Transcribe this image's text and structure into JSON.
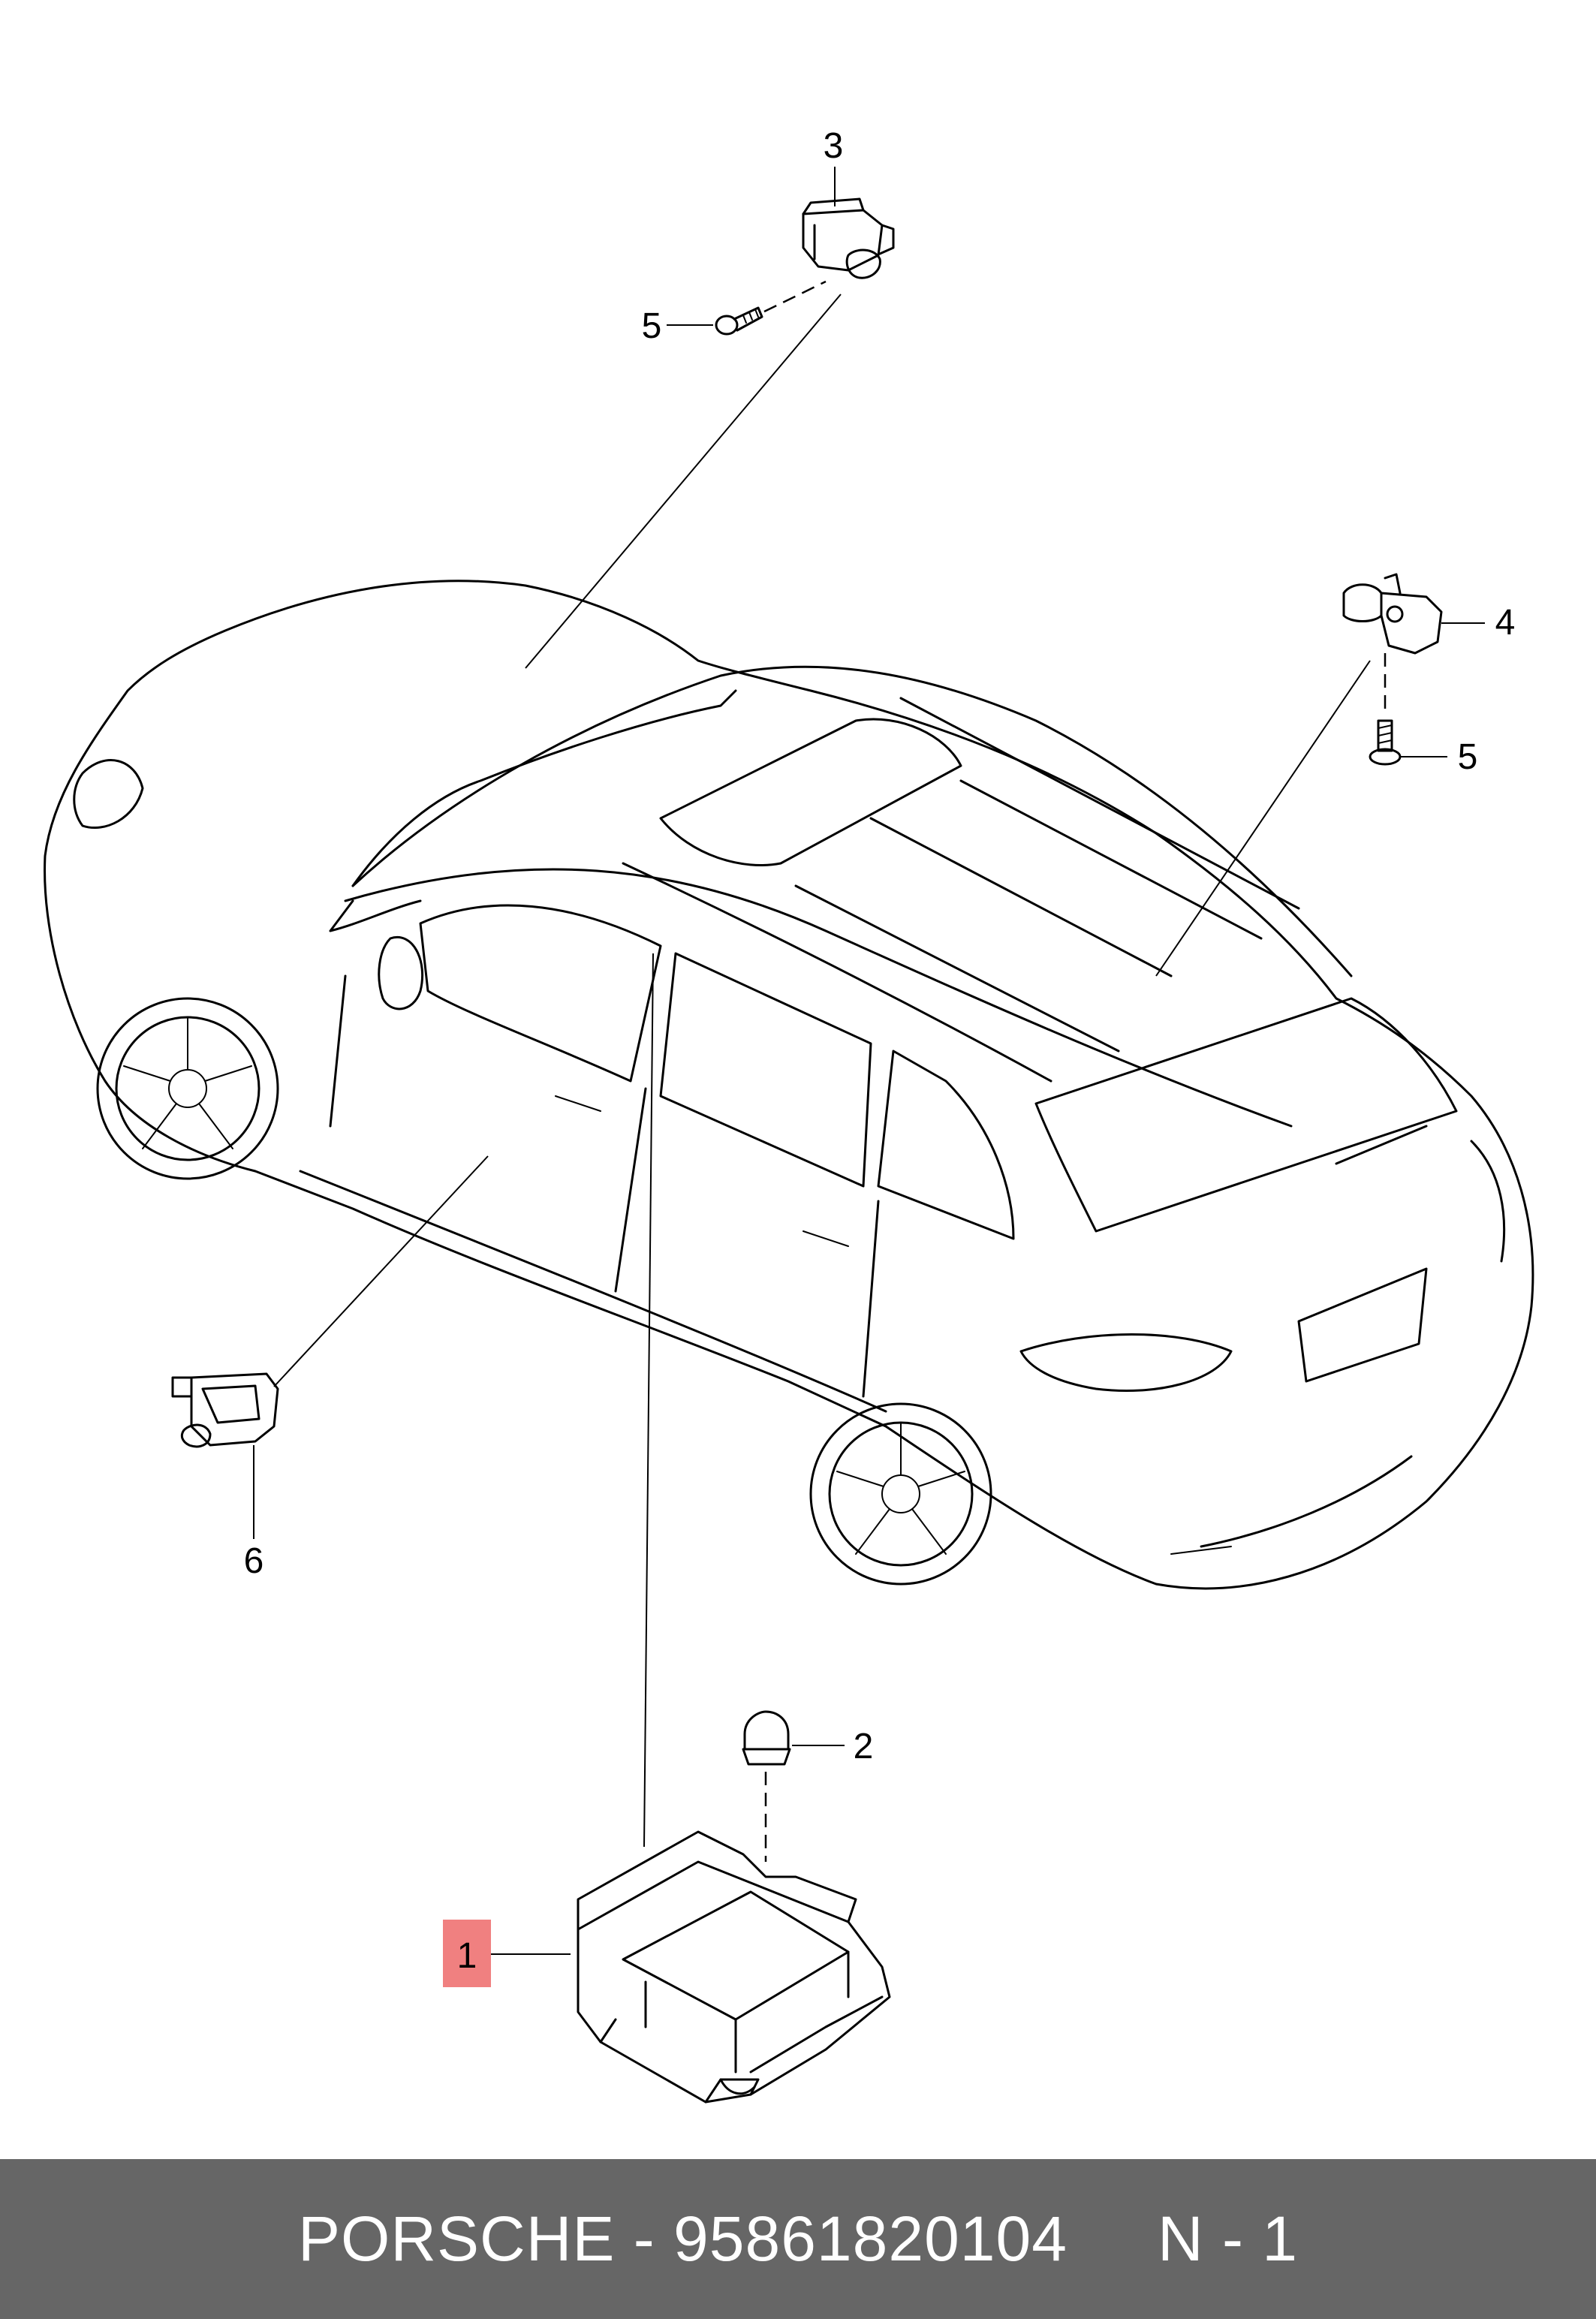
{
  "callouts": {
    "c1": "1",
    "c2": "2",
    "c3": "3",
    "c4": "4",
    "c5a": "5",
    "c5b": "5",
    "c6": "6"
  },
  "highlight_color": "#f08080",
  "footer": {
    "brand_part": "PORSCHE - 95861820104",
    "quantity": "N - 1",
    "background_color": "#666666"
  }
}
